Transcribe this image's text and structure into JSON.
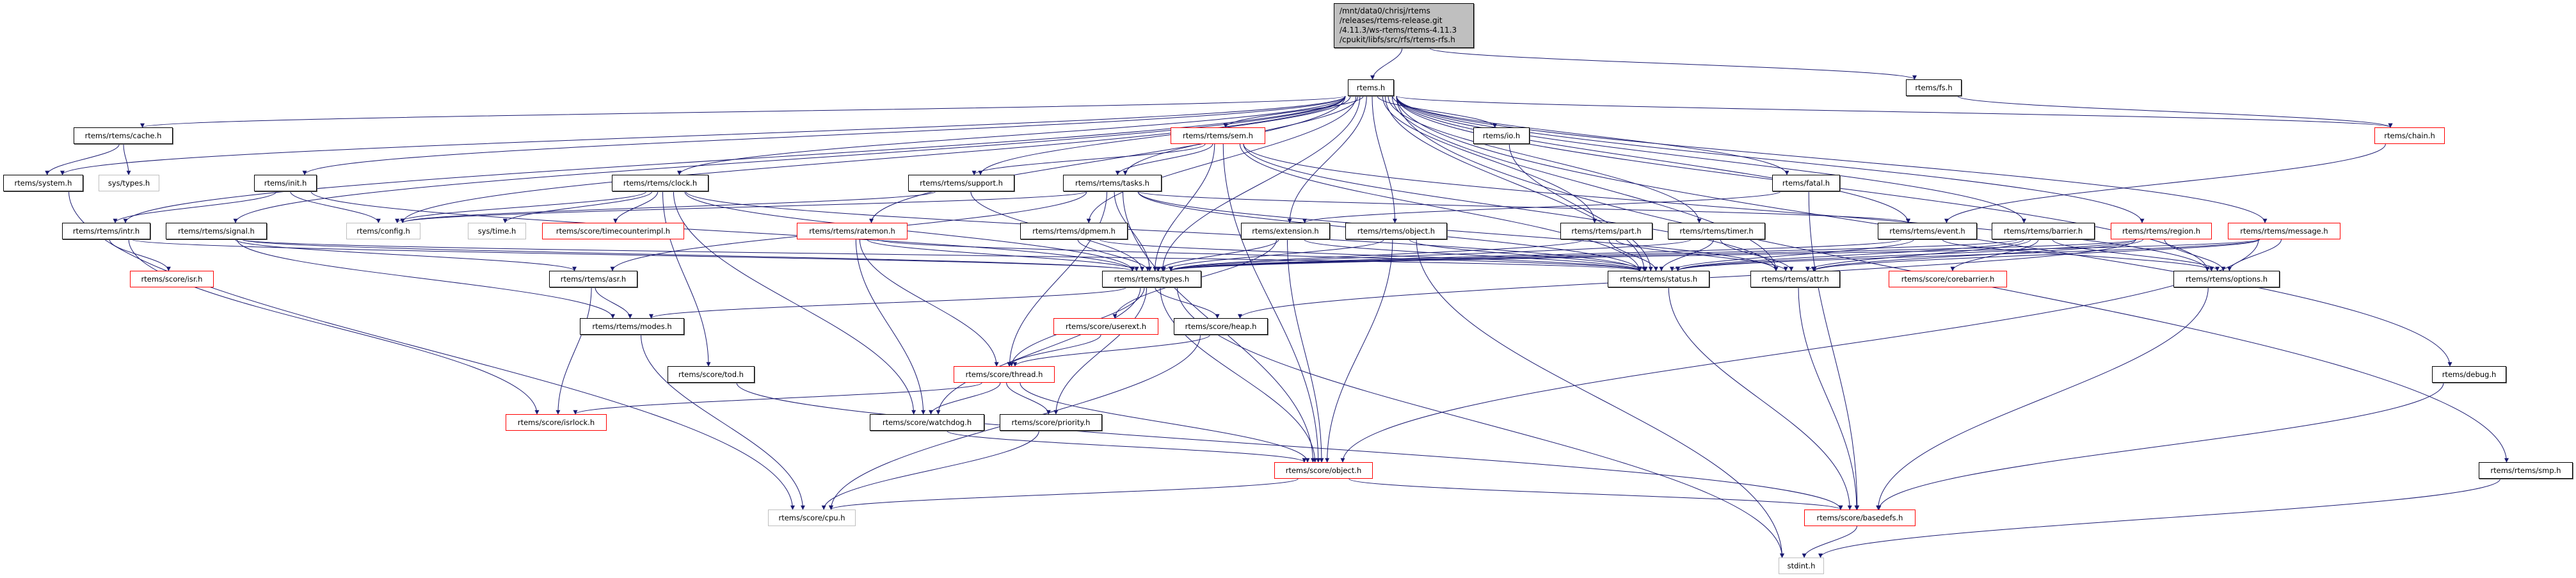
{
  "graph": {
    "edge_color": "#191970",
    "nodes": [
      {
        "id": "root",
        "label": "/mnt/data0/chrisj/rtems\n/releases/rtems-release.git\n/4.11.3/ws-rtems/rtems-4.11.3\n/cpukit/libfs/src/rfs/rtems-rfs.h",
        "kind": "root"
      },
      {
        "id": "rtems",
        "label": "rtems.h",
        "kind": "normal"
      },
      {
        "id": "fs",
        "label": "rtems/fs.h",
        "kind": "normal"
      },
      {
        "id": "cache",
        "label": "rtems/rtems/cache.h",
        "kind": "normal"
      },
      {
        "id": "sem",
        "label": "rtems/rtems/sem.h",
        "kind": "red"
      },
      {
        "id": "io",
        "label": "rtems/io.h",
        "kind": "normal"
      },
      {
        "id": "chain",
        "label": "rtems/chain.h",
        "kind": "red"
      },
      {
        "id": "system",
        "label": "rtems/system.h",
        "kind": "normal"
      },
      {
        "id": "systypes",
        "label": "sys/types.h",
        "kind": "gray"
      },
      {
        "id": "init",
        "label": "rtems/init.h",
        "kind": "normal"
      },
      {
        "id": "clock",
        "label": "rtems/rtems/clock.h",
        "kind": "normal"
      },
      {
        "id": "support",
        "label": "rtems/rtems/support.h",
        "kind": "normal"
      },
      {
        "id": "tasks",
        "label": "rtems/rtems/tasks.h",
        "kind": "normal"
      },
      {
        "id": "fatal",
        "label": "rtems/fatal.h",
        "kind": "normal"
      },
      {
        "id": "intr",
        "label": "rtems/rtems/intr.h",
        "kind": "normal"
      },
      {
        "id": "signal",
        "label": "rtems/rtems/signal.h",
        "kind": "normal"
      },
      {
        "id": "config",
        "label": "rtems/config.h",
        "kind": "gray"
      },
      {
        "id": "systime",
        "label": "sys/time.h",
        "kind": "gray"
      },
      {
        "id": "timecounter",
        "label": "rtems/score/timecounterimpl.h",
        "kind": "red"
      },
      {
        "id": "ratemon",
        "label": "rtems/rtems/ratemon.h",
        "kind": "red"
      },
      {
        "id": "dpmem",
        "label": "rtems/rtems/dpmem.h",
        "kind": "normal"
      },
      {
        "id": "extension",
        "label": "rtems/extension.h",
        "kind": "normal"
      },
      {
        "id": "robject",
        "label": "rtems/rtems/object.h",
        "kind": "normal"
      },
      {
        "id": "part",
        "label": "rtems/rtems/part.h",
        "kind": "normal"
      },
      {
        "id": "timer",
        "label": "rtems/rtems/timer.h",
        "kind": "normal"
      },
      {
        "id": "event",
        "label": "rtems/rtems/event.h",
        "kind": "normal"
      },
      {
        "id": "barrier",
        "label": "rtems/rtems/barrier.h",
        "kind": "normal"
      },
      {
        "id": "region",
        "label": "rtems/rtems/region.h",
        "kind": "red"
      },
      {
        "id": "message",
        "label": "rtems/rtems/message.h",
        "kind": "red"
      },
      {
        "id": "isr",
        "label": "rtems/score/isr.h",
        "kind": "red"
      },
      {
        "id": "asr",
        "label": "rtems/rtems/asr.h",
        "kind": "normal"
      },
      {
        "id": "types",
        "label": "rtems/rtems/types.h",
        "kind": "normal"
      },
      {
        "id": "status",
        "label": "rtems/rtems/status.h",
        "kind": "normal"
      },
      {
        "id": "attr",
        "label": "rtems/rtems/attr.h",
        "kind": "normal"
      },
      {
        "id": "corebarrier",
        "label": "rtems/score/corebarrier.h",
        "kind": "red"
      },
      {
        "id": "options",
        "label": "rtems/rtems/options.h",
        "kind": "normal"
      },
      {
        "id": "modes",
        "label": "rtems/rtems/modes.h",
        "kind": "normal"
      },
      {
        "id": "userext",
        "label": "rtems/score/userext.h",
        "kind": "red"
      },
      {
        "id": "heap",
        "label": "rtems/score/heap.h",
        "kind": "normal"
      },
      {
        "id": "tod",
        "label": "rtems/score/tod.h",
        "kind": "normal"
      },
      {
        "id": "thread",
        "label": "rtems/score/thread.h",
        "kind": "red"
      },
      {
        "id": "debug",
        "label": "rtems/debug.h",
        "kind": "normal"
      },
      {
        "id": "isrlock",
        "label": "rtems/score/isrlock.h",
        "kind": "red"
      },
      {
        "id": "watchdog",
        "label": "rtems/score/watchdog.h",
        "kind": "normal"
      },
      {
        "id": "priority",
        "label": "rtems/score/priority.h",
        "kind": "normal"
      },
      {
        "id": "sobject",
        "label": "rtems/score/object.h",
        "kind": "red"
      },
      {
        "id": "smp",
        "label": "rtems/rtems/smp.h",
        "kind": "normal"
      },
      {
        "id": "cpu",
        "label": "rtems/score/cpu.h",
        "kind": "gray"
      },
      {
        "id": "basedefs",
        "label": "rtems/score/basedefs.h",
        "kind": "red"
      },
      {
        "id": "stdint",
        "label": "stdint.h",
        "kind": "gray"
      }
    ],
    "edges": [
      [
        "root",
        "rtems"
      ],
      [
        "root",
        "fs"
      ],
      [
        "fs",
        "chain"
      ],
      [
        "rtems",
        "system"
      ],
      [
        "rtems",
        "cache"
      ],
      [
        "rtems",
        "init"
      ],
      [
        "rtems",
        "intr"
      ],
      [
        "rtems",
        "signal"
      ],
      [
        "rtems",
        "clock"
      ],
      [
        "rtems",
        "config"
      ],
      [
        "rtems",
        "support"
      ],
      [
        "rtems",
        "tasks"
      ],
      [
        "rtems",
        "sem"
      ],
      [
        "rtems",
        "ratemon"
      ],
      [
        "rtems",
        "dpmem"
      ],
      [
        "rtems",
        "extension"
      ],
      [
        "rtems",
        "robject"
      ],
      [
        "rtems",
        "io"
      ],
      [
        "rtems",
        "part"
      ],
      [
        "rtems",
        "timer"
      ],
      [
        "rtems",
        "fatal"
      ],
      [
        "rtems",
        "event"
      ],
      [
        "rtems",
        "barrier"
      ],
      [
        "rtems",
        "region"
      ],
      [
        "rtems",
        "message"
      ],
      [
        "rtems",
        "options"
      ],
      [
        "rtems",
        "chain"
      ],
      [
        "rtems",
        "debug"
      ],
      [
        "rtems",
        "smp"
      ],
      [
        "rtems",
        "types"
      ],
      [
        "rtems",
        "status"
      ],
      [
        "rtems",
        "attr"
      ],
      [
        "cache",
        "system"
      ],
      [
        "cache",
        "systypes"
      ],
      [
        "system",
        "cpu"
      ],
      [
        "init",
        "intr"
      ],
      [
        "init",
        "config"
      ],
      [
        "init",
        "types"
      ],
      [
        "intr",
        "isr"
      ],
      [
        "intr",
        "isrlock"
      ],
      [
        "intr",
        "types"
      ],
      [
        "signal",
        "asr"
      ],
      [
        "signal",
        "modes"
      ],
      [
        "signal",
        "types"
      ],
      [
        "signal",
        "status"
      ],
      [
        "clock",
        "config"
      ],
      [
        "clock",
        "systime"
      ],
      [
        "clock",
        "timecounter"
      ],
      [
        "clock",
        "tod"
      ],
      [
        "clock",
        "watchdog"
      ],
      [
        "clock",
        "types"
      ],
      [
        "clock",
        "status"
      ],
      [
        "support",
        "config"
      ],
      [
        "support",
        "types"
      ],
      [
        "tasks",
        "config"
      ],
      [
        "tasks",
        "asr"
      ],
      [
        "tasks",
        "types"
      ],
      [
        "tasks",
        "status"
      ],
      [
        "tasks",
        "attr"
      ],
      [
        "tasks",
        "thread"
      ],
      [
        "tasks",
        "sobject"
      ],
      [
        "tasks",
        "event"
      ],
      [
        "sem",
        "support"
      ],
      [
        "sem",
        "tasks"
      ],
      [
        "sem",
        "types"
      ],
      [
        "sem",
        "sobject"
      ],
      [
        "sem",
        "attr"
      ],
      [
        "sem",
        "status"
      ],
      [
        "sem",
        "options"
      ],
      [
        "ratemon",
        "types"
      ],
      [
        "ratemon",
        "status"
      ],
      [
        "ratemon",
        "thread"
      ],
      [
        "ratemon",
        "watchdog"
      ],
      [
        "dpmem",
        "types"
      ],
      [
        "dpmem",
        "status"
      ],
      [
        "extension",
        "types"
      ],
      [
        "extension",
        "status"
      ],
      [
        "extension",
        "userext"
      ],
      [
        "extension",
        "sobject"
      ],
      [
        "robject",
        "types"
      ],
      [
        "robject",
        "status"
      ],
      [
        "robject",
        "sobject"
      ],
      [
        "robject",
        "stdint"
      ],
      [
        "io",
        "status"
      ],
      [
        "part",
        "types"
      ],
      [
        "part",
        "status"
      ],
      [
        "part",
        "attr"
      ],
      [
        "timer",
        "types"
      ],
      [
        "timer",
        "status"
      ],
      [
        "timer",
        "attr"
      ],
      [
        "fatal",
        "extension"
      ],
      [
        "fatal",
        "basedefs"
      ],
      [
        "event",
        "types"
      ],
      [
        "event",
        "status"
      ],
      [
        "event",
        "options"
      ],
      [
        "chain",
        "event"
      ],
      [
        "barrier",
        "types"
      ],
      [
        "barrier",
        "status"
      ],
      [
        "barrier",
        "attr"
      ],
      [
        "barrier",
        "corebarrier"
      ],
      [
        "barrier",
        "options"
      ],
      [
        "region",
        "types"
      ],
      [
        "region",
        "status"
      ],
      [
        "region",
        "attr"
      ],
      [
        "region",
        "options"
      ],
      [
        "region",
        "heap"
      ],
      [
        "message",
        "types"
      ],
      [
        "message",
        "status"
      ],
      [
        "message",
        "attr"
      ],
      [
        "message",
        "options"
      ],
      [
        "message",
        "sobject"
      ],
      [
        "asr",
        "modes"
      ],
      [
        "asr",
        "isrlock"
      ],
      [
        "types",
        "modes"
      ],
      [
        "types",
        "heap"
      ],
      [
        "types",
        "thread"
      ],
      [
        "types",
        "watchdog"
      ],
      [
        "types",
        "priority"
      ],
      [
        "types",
        "sobject"
      ],
      [
        "types",
        "stdint"
      ],
      [
        "modes",
        "cpu"
      ],
      [
        "userext",
        "thread"
      ],
      [
        "heap",
        "thread"
      ],
      [
        "heap",
        "cpu"
      ],
      [
        "thread",
        "isrlock"
      ],
      [
        "thread",
        "watchdog"
      ],
      [
        "thread",
        "priority"
      ],
      [
        "thread",
        "sobject"
      ],
      [
        "tod",
        "basedefs"
      ],
      [
        "watchdog",
        "sobject"
      ],
      [
        "priority",
        "cpu"
      ],
      [
        "sobject",
        "cpu"
      ],
      [
        "sobject",
        "basedefs"
      ],
      [
        "status",
        "basedefs"
      ],
      [
        "attr",
        "basedefs"
      ],
      [
        "options",
        "basedefs"
      ],
      [
        "debug",
        "basedefs"
      ],
      [
        "smp",
        "stdint"
      ],
      [
        "basedefs",
        "stdint"
      ]
    ]
  }
}
